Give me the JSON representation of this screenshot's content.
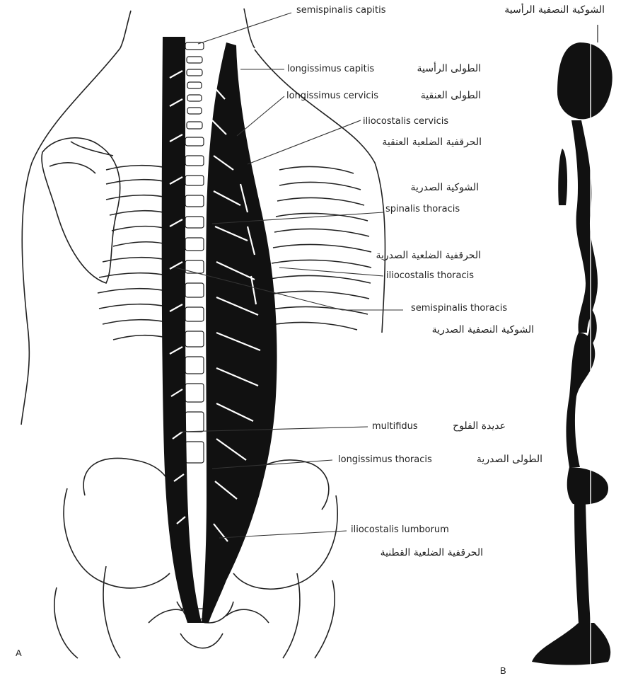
{
  "panels": {
    "a": "A",
    "b": "B"
  },
  "labels": {
    "semispinalis_capitis": {
      "en": "semispinalis capitis",
      "ar": "الشوكية النصفية الرأسية"
    },
    "longissimus_capitis": {
      "en": "longissimus capitis",
      "ar": "الطولى الرأسية"
    },
    "longissimus_cervicis": {
      "en": "longissimus cervicis",
      "ar": "الطولى العنقية"
    },
    "iliocostalis_cervicis": {
      "en": "iliocostalis cervicis",
      "ar": "الحرقفية الضلعية العنقية"
    },
    "spinalis_thoracis": {
      "en": "spinalis thoracis",
      "ar": "الشوكية الصدرية"
    },
    "iliocostalis_thoracis": {
      "en": "iliocostalis thoracis",
      "ar": "الحرقفية الضلعية الصدرية"
    },
    "semispinalis_thoracis": {
      "en": "semispinalis thoracis",
      "ar": "الشوكية النصفية الصدرية"
    },
    "multifidus": {
      "en": "multifidus",
      "ar": "عديدة الفلوح"
    },
    "longissimus_thoracis": {
      "en": "longissimus thoracis",
      "ar": "الطولى الصدرية"
    },
    "iliocostalis_lumborum": {
      "en": "iliocostalis lumborum",
      "ar": "الحرقفية الضلعية القطنية"
    }
  }
}
